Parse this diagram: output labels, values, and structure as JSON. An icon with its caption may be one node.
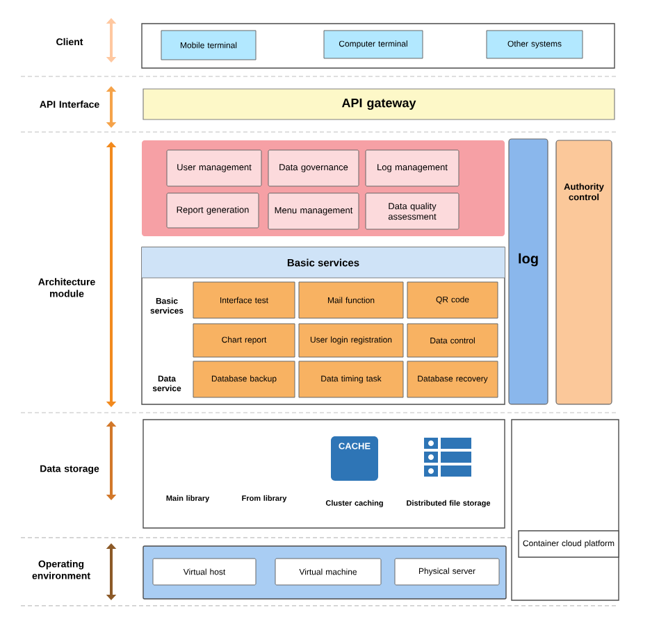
{
  "diagram": {
    "nodes": [
      {
        "text": [],
        "shape": "box"
      },
      {
        "text": [
          "Mobile terminal"
        ],
        "in": 0
      },
      {
        "text": [
          "Computer terminal"
        ],
        "in": 0
      },
      {
        "text": [
          "Other systems"
        ],
        "in": 0
      },
      {
        "text": [
          "API gateway"
        ]
      },
      {
        "text": [],
        "shape": "box"
      },
      {
        "text": [
          "User management"
        ],
        "in": 5
      },
      {
        "text": [
          "Data governance"
        ],
        "in": 5
      },
      {
        "text": [
          "Log management"
        ],
        "in": 5
      },
      {
        "text": [
          "Report generation"
        ],
        "in": 5
      },
      {
        "text": [
          "Menu management"
        ],
        "in": 5
      },
      {
        "text": [
          "Data quality assessment"
        ],
        "in": 5
      },
      {
        "text": [
          "Basic services",
          "Basic services",
          "Data service"
        ]
      },
      {
        "text": [
          "Interface test"
        ],
        "in": 12
      },
      {
        "text": [
          "Mail function"
        ],
        "in": 12
      },
      {
        "text": [
          "QR code"
        ],
        "in": 12
      },
      {
        "text": [
          "Chart report"
        ],
        "in": 12
      },
      {
        "text": [
          "User login registration"
        ],
        "in": 12
      },
      {
        "text": [
          "Data control"
        ],
        "in": 12
      },
      {
        "text": [
          "Database backup"
        ],
        "in": 12
      },
      {
        "text": [
          "Data timing task"
        ],
        "in": 12
      },
      {
        "text": [
          "Database recovery"
        ],
        "in": 12
      },
      {
        "text": [
          "log"
        ]
      },
      {
        "text": [
          "Authority control"
        ]
      },
      {
        "text": [],
        "shape": "box"
      },
      {
        "text": [
          "Main library"
        ],
        "in": 24
      },
      {
        "text": [
          "From library"
        ],
        "in": 24
      },
      {
        "text": [
          "Cluster caching"
        ],
        "in": 24
      },
      {
        "text": [
          "Distributed file storage"
        ],
        "in": 24
      },
      {
        "text": [],
        "shape": "box"
      },
      {
        "text": [
          "Container cloud platform"
        ],
        "in": 29
      },
      {
        "text": [],
        "shape": "box"
      },
      {
        "text": [
          "Virtual host"
        ],
        "in": 31
      },
      {
        "text": [
          "Virtual machine"
        ],
        "in": 31
      },
      {
        "text": [
          "Physical server"
        ],
        "in": 31
      }
    ],
    "labels": [
      "Client",
      "API Interface",
      "Architecture module",
      "Data storage",
      "Operating environment",
      "CACHE"
    ]
  }
}
